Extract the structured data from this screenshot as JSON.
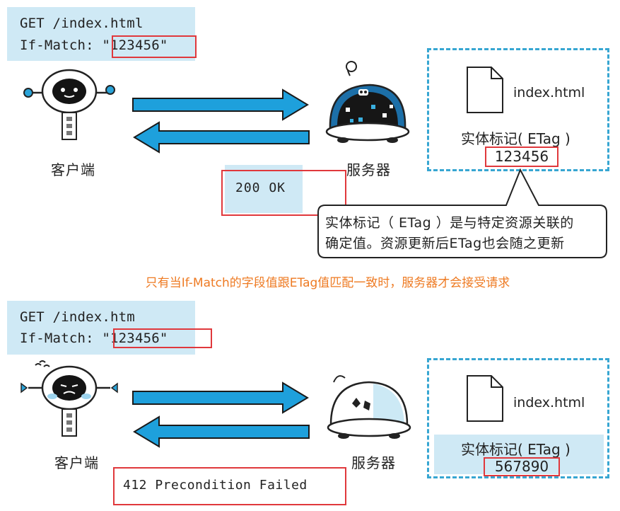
{
  "scenario_top": {
    "request": {
      "line1": "GET /index.html",
      "line2_prefix": "If-Match: ",
      "etag": "\"123456\""
    },
    "client_label": "客户端",
    "server_label": "服务器",
    "file_name": "index.html",
    "etag_title": "实体标记( ETag )",
    "etag_value": "123456",
    "response": "200 OK",
    "callout": {
      "line1": "实体标记（ ETag ）是与特定资源关联的",
      "line2": "确定值。资源更新后ETag也会随之更新"
    }
  },
  "note": "只有当If-Match的字段值跟ETag值匹配一致时，服务器才会接受请求",
  "scenario_bottom": {
    "request": {
      "line1": "GET /index.htm",
      "line2_prefix": "If-Match: ",
      "etag": "\"123456\""
    },
    "client_label": "客户端",
    "server_label": "服务器",
    "file_name": "index.html",
    "etag_title": "实体标记( ETag )",
    "etag_value": "567890",
    "response": "412 Precondition Failed"
  },
  "colors": {
    "accent_blue": "#37a6d2",
    "arrow_blue": "#1ea0dc",
    "highlight_red": "#e0383c",
    "request_bg": "#cfe9f5",
    "note_orange": "#ee7a22"
  }
}
